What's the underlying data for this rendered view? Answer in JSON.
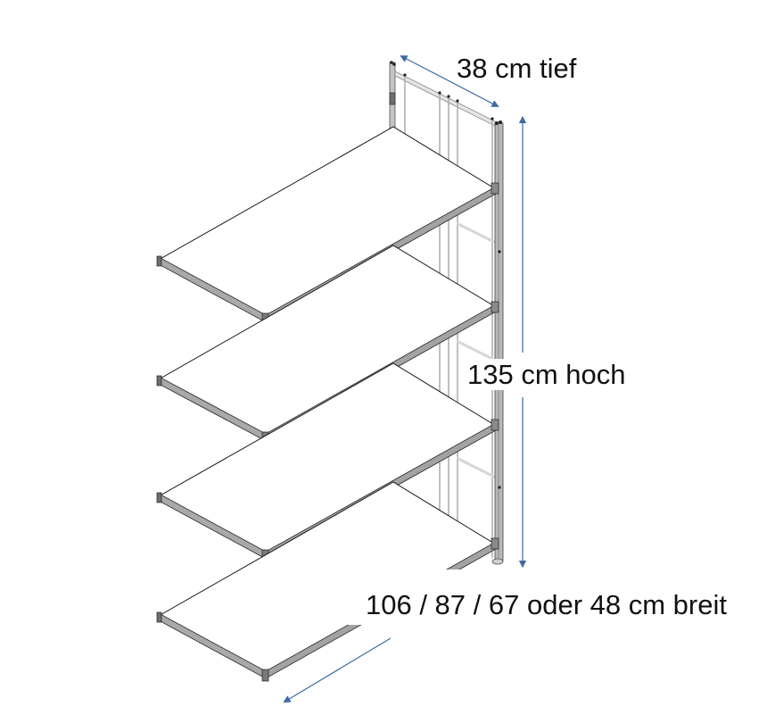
{
  "diagram": {
    "type": "product-dimension-drawing",
    "subject": "wall shelving unit, isometric view, 4 shelves",
    "colors": {
      "background": "#ffffff",
      "line": "#1a1a1a",
      "rail_fill": "#a9a9a9",
      "rail_dark": "#6e6e6e",
      "upright": "#b8b8b8",
      "dimension_arrow": "#3d6aa6",
      "text": "#111111"
    },
    "shelf_count": 4,
    "dimensions": {
      "depth": {
        "label": "38 cm tief",
        "value": 38,
        "unit": "cm",
        "meaning": "depth"
      },
      "height": {
        "label": "135 cm hoch",
        "value": 135,
        "unit": "cm",
        "meaning": "height"
      },
      "width": {
        "label": "106 / 87 / 67 oder 48 cm breit",
        "values": [
          106,
          87,
          67,
          48
        ],
        "unit": "cm",
        "meaning": "width (options)"
      }
    }
  }
}
